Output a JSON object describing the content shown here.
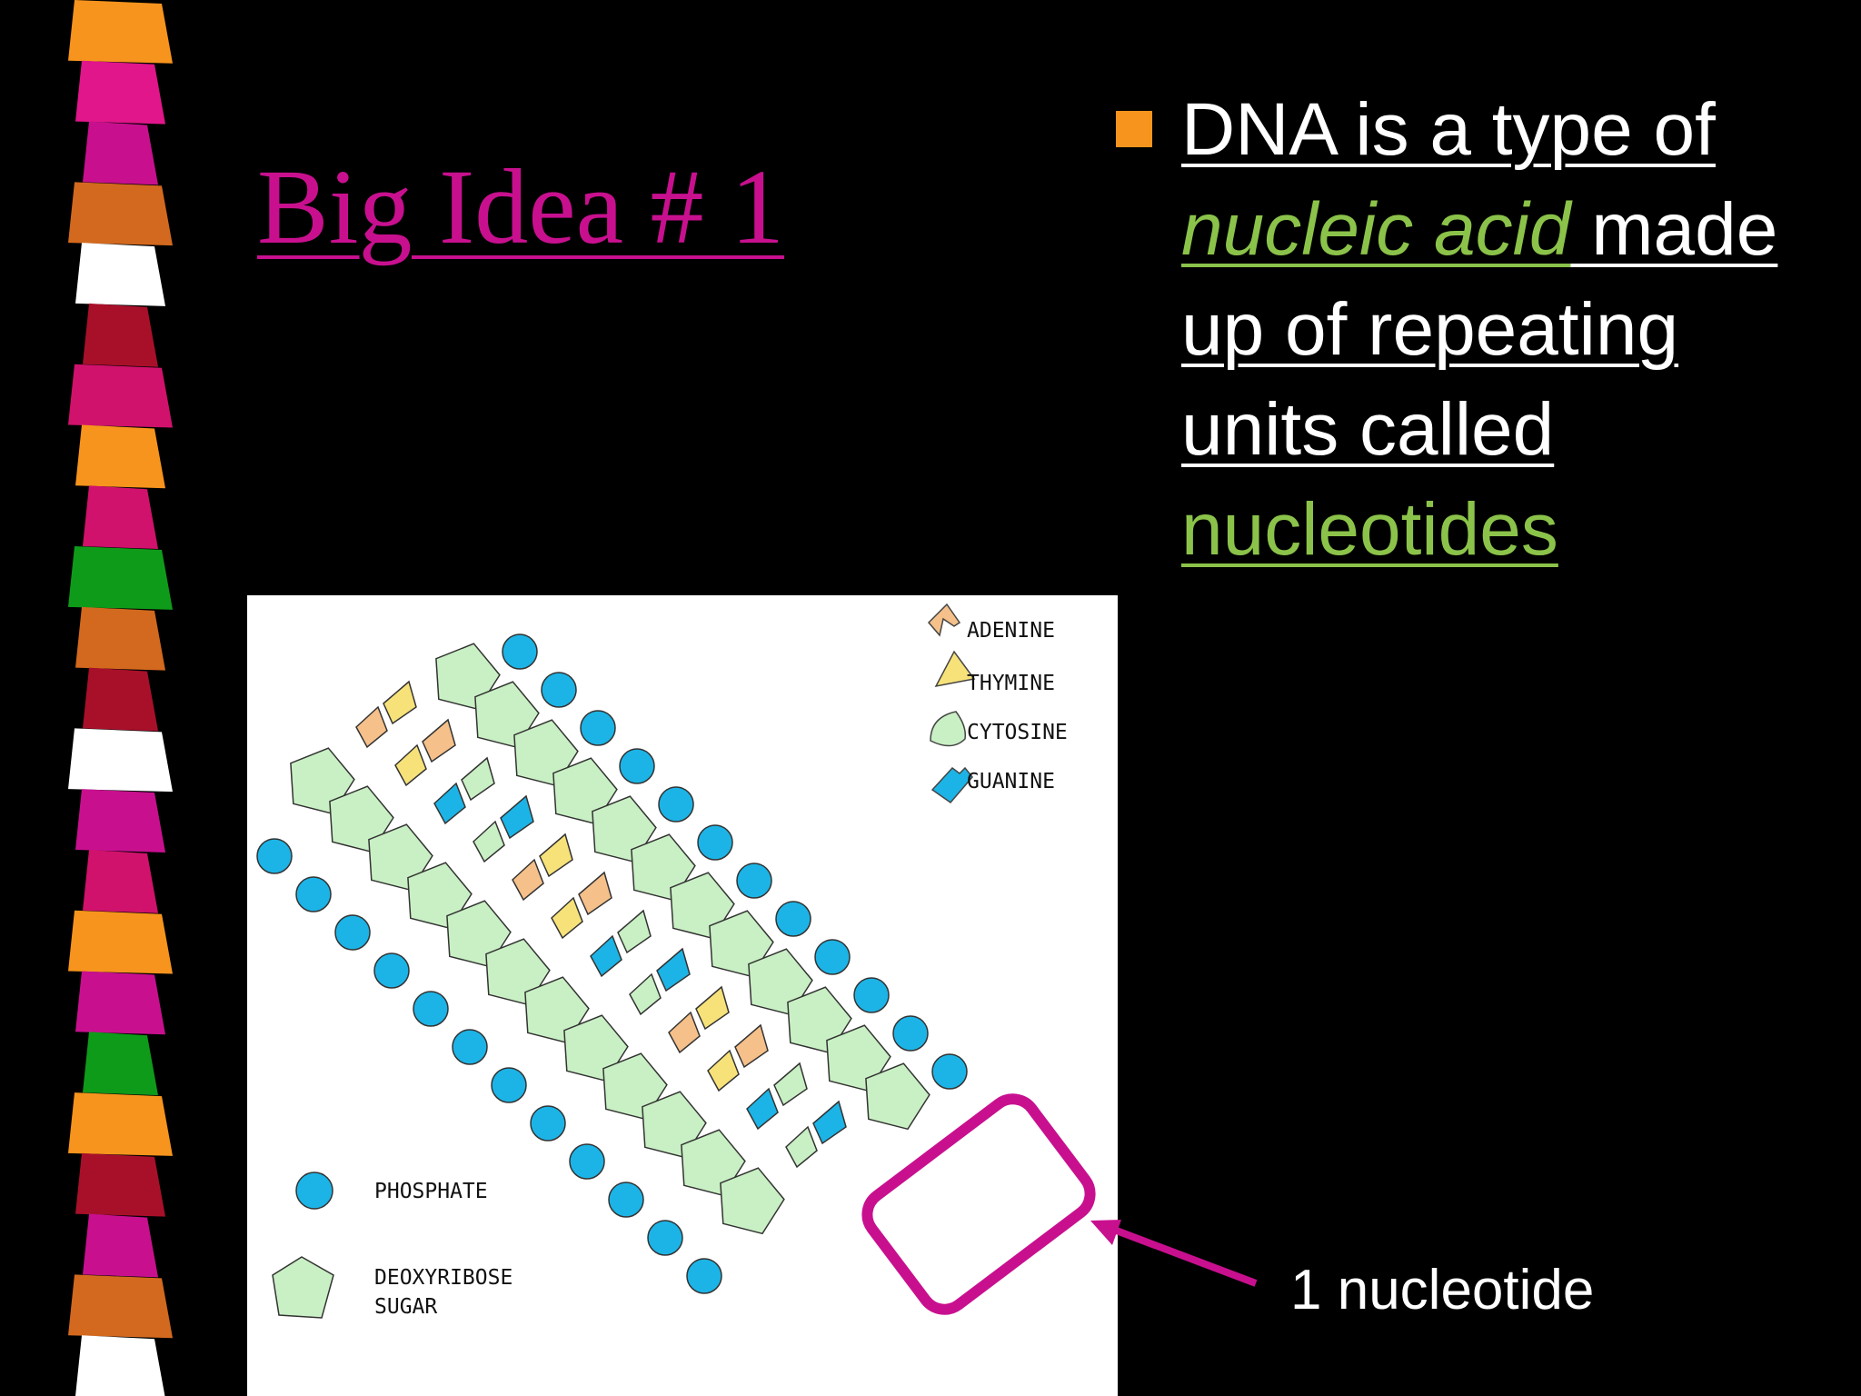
{
  "slide": {
    "title": "Big Idea # 1",
    "bullet": {
      "part1": "DNA is a type of ",
      "emphasis": "nucleic acid",
      "part2": " made up of repeating units called ",
      "term": "nucleotides"
    },
    "callout": "1 nucleotide"
  },
  "diagram": {
    "legend": {
      "adenine": "ADENINE",
      "thymine": "THYMINE",
      "cytosine": "CYTOSINE",
      "guanine": "GUANINE",
      "phosphate": "PHOSPHATE",
      "sugar_line1": "DEOXYRIBOSE",
      "sugar_line2": "SUGAR"
    },
    "colors": {
      "phosphate": "#1cb4e6",
      "sugar": "#c9f0c4",
      "adenine": "#f5c08a",
      "thymine": "#f7e27a",
      "cytosine": "#c9f0c4",
      "guanine": "#1cb4e6",
      "highlight": "#c8108f"
    }
  },
  "theme": {
    "title_color": "#c8108f",
    "bullet_color": "#f7941d",
    "accent_green": "#8bc34a"
  }
}
